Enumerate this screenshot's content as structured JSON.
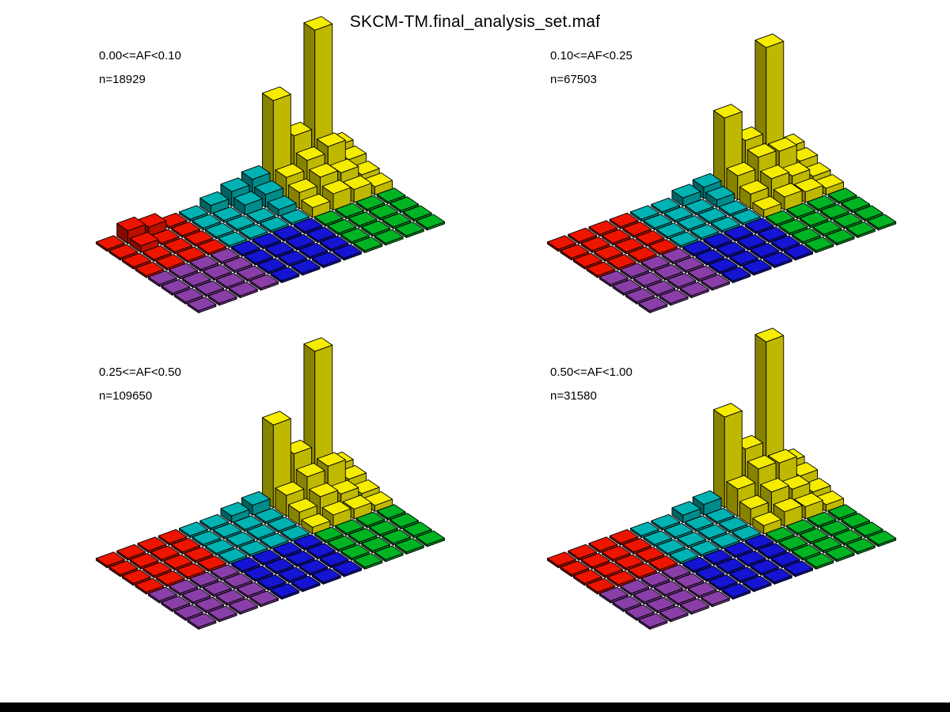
{
  "page": {
    "title": "SKCM-TM.final_analysis_set.maf",
    "background_color": "#ffffff",
    "footer_bar_color": "#000000"
  },
  "chart_data": {
    "type": "bar",
    "subtype": "3d-lego-mutation-spectrum",
    "title": "SKCM-TM.final_analysis_set.maf",
    "layout_hint": "four isometric 3D bar-grid (lego) panels, 2x2 arrangement, no axes or gridlines",
    "grid": {
      "cols": 12,
      "rows": 8
    },
    "legend_blocks": [
      {
        "name": "purple-category",
        "color": "#8a3fa8",
        "col_range": [
          0,
          3
        ],
        "row_range": [
          0,
          3
        ]
      },
      {
        "name": "red-category",
        "color": "#ee1500",
        "col_range": [
          0,
          3
        ],
        "row_range": [
          4,
          7
        ]
      },
      {
        "name": "blue-category",
        "color": "#1414d2",
        "col_range": [
          4,
          7
        ],
        "row_range": [
          0,
          3
        ]
      },
      {
        "name": "cyan-category",
        "color": "#00b2b2",
        "col_range": [
          4,
          7
        ],
        "row_range": [
          4,
          7
        ]
      },
      {
        "name": "green-category",
        "color": "#00b323",
        "col_range": [
          8,
          11
        ],
        "row_range": [
          0,
          3
        ]
      },
      {
        "name": "yellow-category",
        "color": "#f5ec00",
        "col_range": [
          8,
          11
        ],
        "row_range": [
          4,
          7
        ]
      }
    ],
    "panels": [
      {
        "af_label": "0.00<=AF<0.10",
        "n_label": "n=18929",
        "n_value": 18929,
        "bars": [
          [
            10,
            7,
            182
          ],
          [
            8,
            7,
            112
          ],
          [
            9,
            7,
            58
          ],
          [
            11,
            7,
            26
          ],
          [
            8,
            6,
            26
          ],
          [
            9,
            6,
            38
          ],
          [
            10,
            6,
            46
          ],
          [
            11,
            6,
            20
          ],
          [
            8,
            5,
            18
          ],
          [
            9,
            5,
            28
          ],
          [
            10,
            5,
            24
          ],
          [
            11,
            5,
            12
          ],
          [
            8,
            4,
            10
          ],
          [
            9,
            4,
            18
          ],
          [
            10,
            4,
            14
          ],
          [
            11,
            4,
            8
          ],
          [
            7,
            7,
            22
          ],
          [
            6,
            7,
            16
          ],
          [
            5,
            7,
            8
          ],
          [
            7,
            6,
            14
          ],
          [
            6,
            6,
            10
          ],
          [
            7,
            5,
            6
          ],
          [
            1,
            7,
            14
          ],
          [
            2,
            7,
            9
          ],
          [
            1,
            6,
            6
          ]
        ]
      },
      {
        "af_label": "0.10<=AF<0.25",
        "n_label": "n=67503",
        "n_value": 67503,
        "bars": [
          [
            10,
            7,
            160
          ],
          [
            8,
            7,
            90
          ],
          [
            9,
            7,
            52
          ],
          [
            11,
            7,
            24
          ],
          [
            8,
            6,
            28
          ],
          [
            9,
            6,
            42
          ],
          [
            10,
            6,
            40
          ],
          [
            11,
            6,
            18
          ],
          [
            8,
            5,
            16
          ],
          [
            9,
            5,
            26
          ],
          [
            10,
            5,
            20
          ],
          [
            11,
            5,
            10
          ],
          [
            8,
            4,
            7
          ],
          [
            9,
            4,
            14
          ],
          [
            10,
            4,
            11
          ],
          [
            11,
            4,
            6
          ],
          [
            7,
            7,
            12
          ],
          [
            6,
            7,
            8
          ],
          [
            7,
            6,
            7
          ]
        ]
      },
      {
        "af_label": "0.25<=AF<0.50",
        "n_label": "n=109650",
        "n_value": 109650,
        "bars": [
          [
            10,
            7,
            176
          ],
          [
            8,
            7,
            102
          ],
          [
            9,
            7,
            56
          ],
          [
            11,
            7,
            22
          ],
          [
            8,
            6,
            24
          ],
          [
            9,
            6,
            38
          ],
          [
            10,
            6,
            42
          ],
          [
            11,
            6,
            16
          ],
          [
            8,
            5,
            14
          ],
          [
            9,
            5,
            24
          ],
          [
            10,
            5,
            18
          ],
          [
            11,
            5,
            9
          ],
          [
            8,
            4,
            6
          ],
          [
            9,
            4,
            12
          ],
          [
            10,
            4,
            10
          ],
          [
            11,
            4,
            5
          ],
          [
            7,
            7,
            10
          ],
          [
            6,
            7,
            6
          ]
        ]
      },
      {
        "af_label": "0.50<=AF<1.00",
        "n_label": "n=31580",
        "n_value": 31580,
        "bars": [
          [
            10,
            7,
            188
          ],
          [
            8,
            7,
            112
          ],
          [
            9,
            7,
            62
          ],
          [
            11,
            7,
            26
          ],
          [
            8,
            6,
            32
          ],
          [
            9,
            6,
            48
          ],
          [
            10,
            6,
            46
          ],
          [
            11,
            6,
            20
          ],
          [
            8,
            5,
            18
          ],
          [
            9,
            5,
            30
          ],
          [
            10,
            5,
            24
          ],
          [
            11,
            5,
            11
          ],
          [
            8,
            4,
            8
          ],
          [
            9,
            4,
            16
          ],
          [
            10,
            4,
            13
          ],
          [
            11,
            4,
            6
          ],
          [
            7,
            7,
            11
          ],
          [
            6,
            7,
            7
          ]
        ]
      }
    ]
  }
}
